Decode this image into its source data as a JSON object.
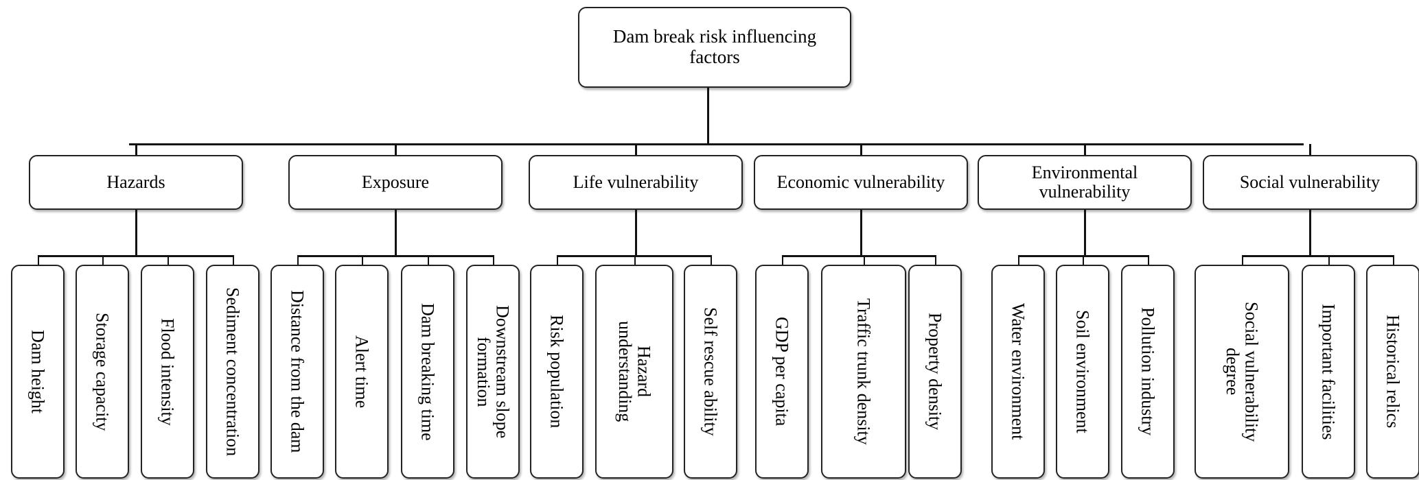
{
  "root": {
    "label": "Dam break risk influencing\nfactors"
  },
  "categories": [
    {
      "label": "Hazards",
      "factors": [
        "Dam height",
        "Storage capacity",
        "Flood intensity",
        "Sediment concentration"
      ]
    },
    {
      "label": "Exposure",
      "factors": [
        "Distance from the dam",
        "Alert time",
        "Dam breaking time",
        "Downstream slope\nformation"
      ]
    },
    {
      "label": "Life vulnerability",
      "factors": [
        "Risk population",
        "Hazard\nunderstanding",
        "Self rescue ability"
      ]
    },
    {
      "label": "Economic vulnerability",
      "factors": [
        "GDP per capita",
        "Traffic trunk density",
        "Property density"
      ]
    },
    {
      "label": "Environmental\nvulnerability",
      "factors": [
        "Water environment",
        "Soil environment",
        "Pollution industry"
      ]
    },
    {
      "label": "Social vulnerability",
      "factors": [
        "Social vulnerability\ndegree",
        "Important facilities",
        "Historical relics"
      ]
    }
  ]
}
